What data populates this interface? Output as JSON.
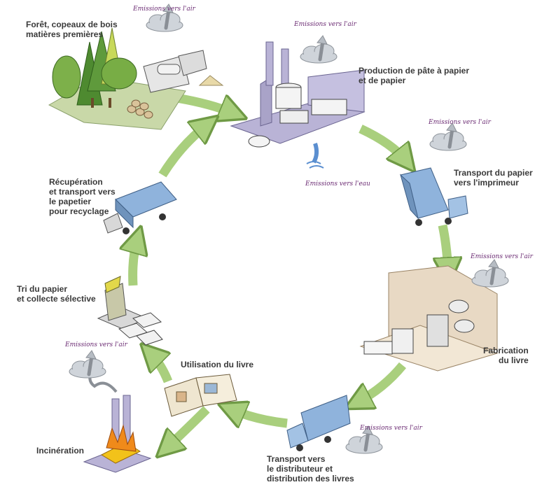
{
  "steps": {
    "foret": {
      "lines": [
        "Forêt, copeaux de bois",
        "matières premières"
      ]
    },
    "production": {
      "lines": [
        "Production de pâte à papier",
        "et de papier"
      ]
    },
    "transport_papier": {
      "lines": [
        "Transport du papier",
        "vers l'imprimeur"
      ]
    },
    "fabrication": {
      "lines": [
        "Fabrication",
        "du livre"
      ]
    },
    "transport_livres": {
      "lines": [
        "Transport vers",
        "le distributeur et",
        "distribution des livres"
      ]
    },
    "utilisation": {
      "lines": [
        "Utilisation du livre"
      ]
    },
    "incineration": {
      "lines": [
        "Incinération"
      ]
    },
    "tri": {
      "lines": [
        "Tri du papier",
        "et collecte sélective"
      ]
    },
    "recuperation": {
      "lines": [
        "Récupération",
        "et transport vers",
        "le papetier",
        "pour recyclage"
      ]
    }
  },
  "emissions": {
    "air": "Emissions vers l'air",
    "eau": "Emissions vers l'eau"
  },
  "colors": {
    "arrow": "#a9cf7d",
    "arrow_edge": "#6f9a45",
    "cloud": "#cfd4da",
    "factory": "#b9b3d6",
    "truck": "#8fb3dc",
    "wall": "#e8d9c4",
    "tree": "#5f9a3c",
    "fire": "#f2c21a"
  }
}
